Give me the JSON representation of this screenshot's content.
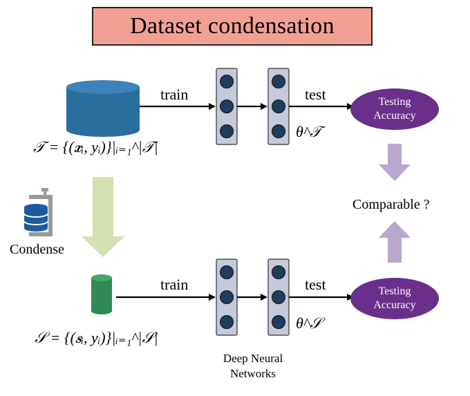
{
  "title": "Dataset condensation",
  "top_row": {
    "train_label": "train",
    "test_label": "test",
    "dataset_formula": "𝒯 = {(𝒙ᵢ, yᵢ)}|ᵢ₌₁^|𝒯|",
    "params_label": "θ^𝒯",
    "accuracy_label_line1": "Testing",
    "accuracy_label_line2": "Accuracy"
  },
  "bottom_row": {
    "train_label": "train",
    "test_label": "test",
    "dataset_formula": "𝒮 = {(𝒔ᵢ, yᵢ)}|ᵢ₌₁^|𝒮|",
    "params_label": "θ^𝒮",
    "accuracy_label_line1": "Testing",
    "accuracy_label_line2": "Accuracy"
  },
  "condense_label": "Condense",
  "comparable_label": "Comparable ?",
  "network_caption_line1": "Deep Neural",
  "network_caption_line2": "Networks",
  "colors": {
    "title_bg": "#f2a093",
    "big_cylinder": "#2a6e9e",
    "small_cylinder": "#2f8a55",
    "network_panel": "#c5c9d9",
    "neuron": "#1f3d5c",
    "ellipse": "#6a2f8a",
    "condense_arrow": "#d4e0b0",
    "compare_arrow": "#b8a8cf",
    "icon_blue": "#1e5aa0",
    "icon_gray": "#9a9a9a"
  }
}
